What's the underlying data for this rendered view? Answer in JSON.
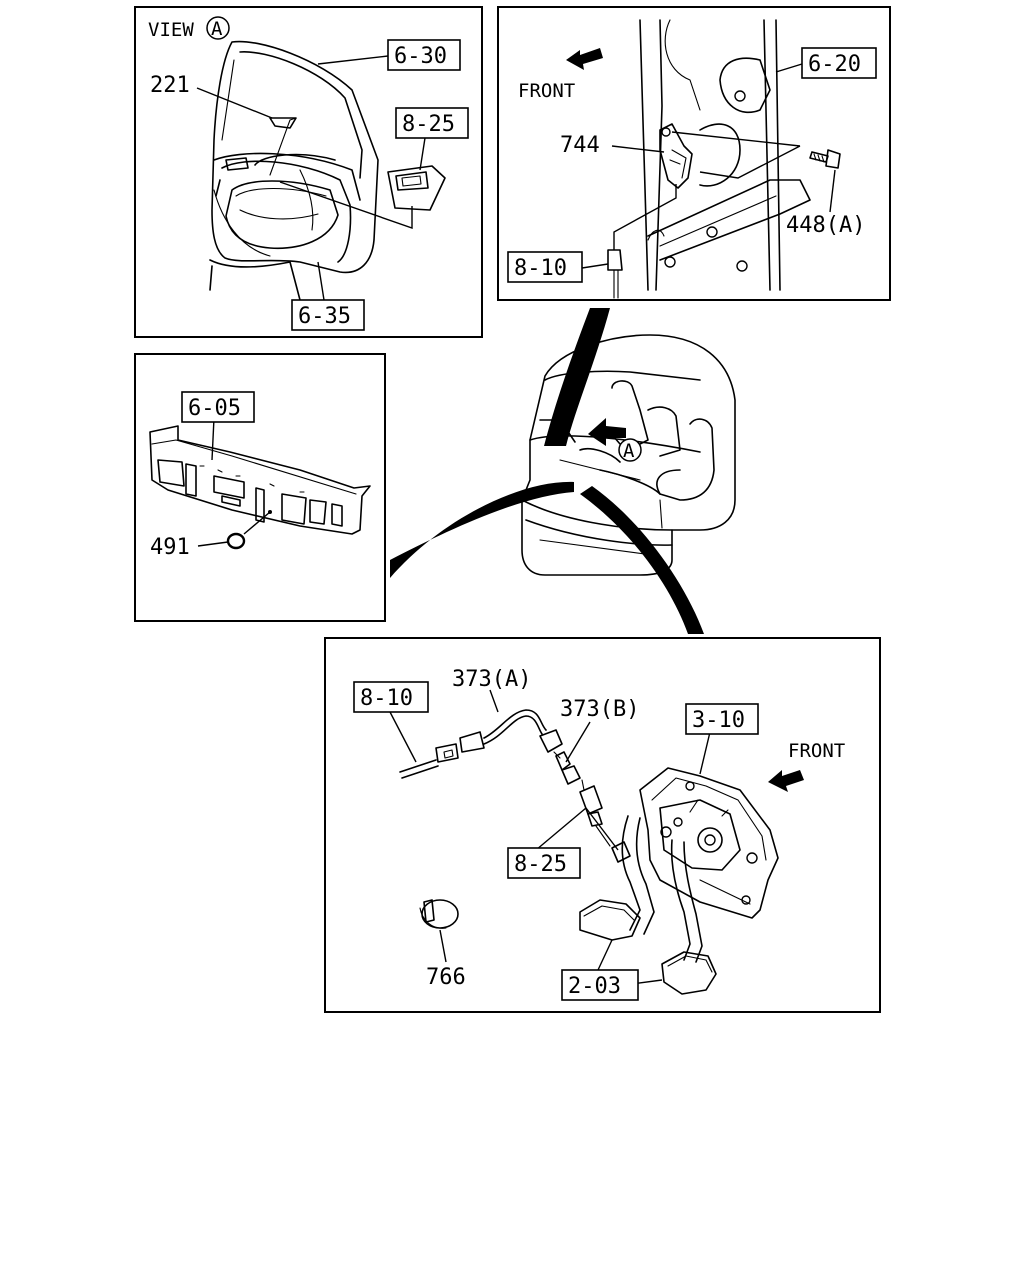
{
  "view": {
    "label": "VIEW",
    "marker": "A"
  },
  "front_label": "FRONT",
  "arrow_marker": "A",
  "references": {
    "r630": "6-30",
    "r825a": "8-25",
    "r635": "6-35",
    "r620": "6-20",
    "r810a": "8-10",
    "r605": "6-05",
    "r810b": "8-10",
    "r310": "3-10",
    "r825b": "8-25",
    "r203": "2-03"
  },
  "parts": {
    "p221": "221",
    "p744": "744",
    "p448a": "448(A)",
    "p491": "491",
    "p373a": "373(A)",
    "p373b": "373(B)",
    "p766": "766"
  }
}
